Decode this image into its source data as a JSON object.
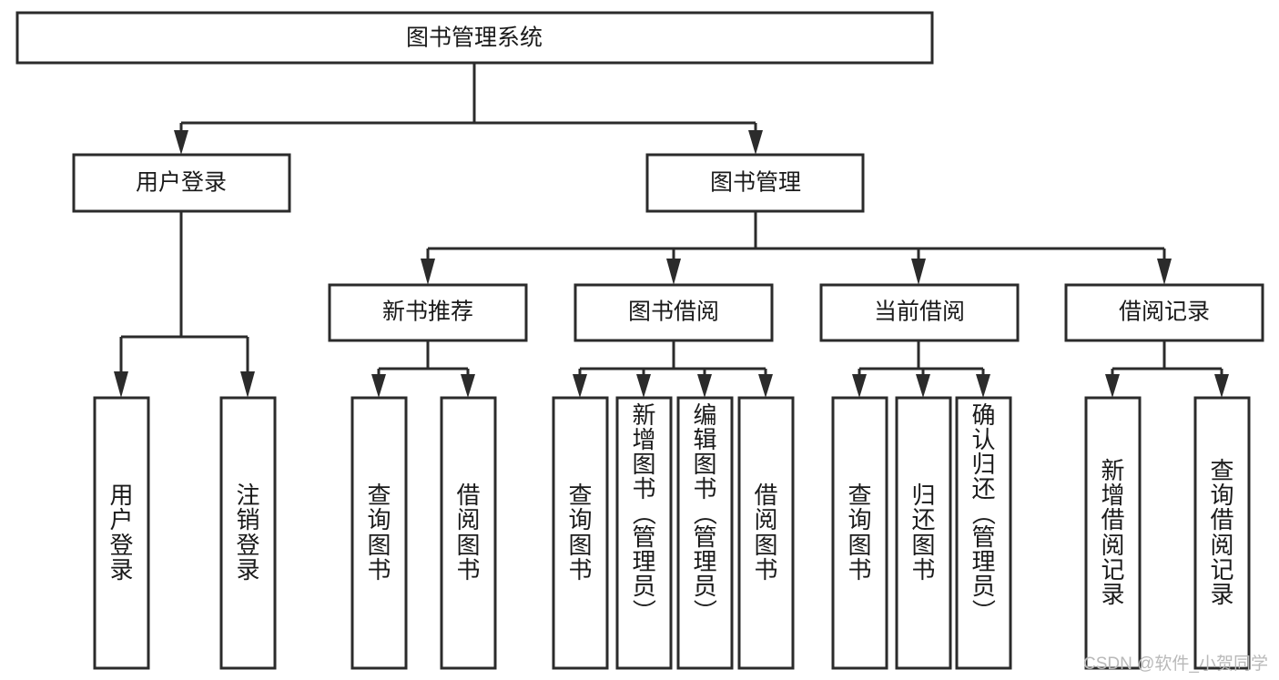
{
  "diagram": {
    "title": "图书管理系统",
    "type": "tree-hierarchy-diagram",
    "colors": {
      "stroke": "#2b2b2b",
      "fill": "#ffffff",
      "text": "#1a1a1a",
      "watermark": "#b9b9b9"
    },
    "root": {
      "label": "图书管理系统"
    },
    "level2": [
      {
        "label": "用户登录"
      },
      {
        "label": "图书管理"
      }
    ],
    "level3": [
      {
        "label": "新书推荐"
      },
      {
        "label": "图书借阅"
      },
      {
        "label": "当前借阅"
      },
      {
        "label": "借阅记录"
      }
    ],
    "leaves": {
      "user_login": [
        {
          "label": "用户登录"
        },
        {
          "label": "注销登录"
        }
      ],
      "new_book_recommend": [
        {
          "label": "查询图书"
        },
        {
          "label": "借阅图书"
        }
      ],
      "book_borrow": [
        {
          "label": "查询图书"
        },
        {
          "label": "新增图书（管理员）"
        },
        {
          "label": "编辑图书（管理员）"
        },
        {
          "label": "借阅图书"
        }
      ],
      "current_borrow": [
        {
          "label": "查询图书"
        },
        {
          "label": "归还图书"
        },
        {
          "label": "确认归还（管理员）"
        }
      ],
      "borrow_record": [
        {
          "label": "新增借阅记录"
        },
        {
          "label": "查询借阅记录"
        }
      ]
    }
  },
  "watermark": {
    "text": "CSDN @软件_小贺同学"
  }
}
